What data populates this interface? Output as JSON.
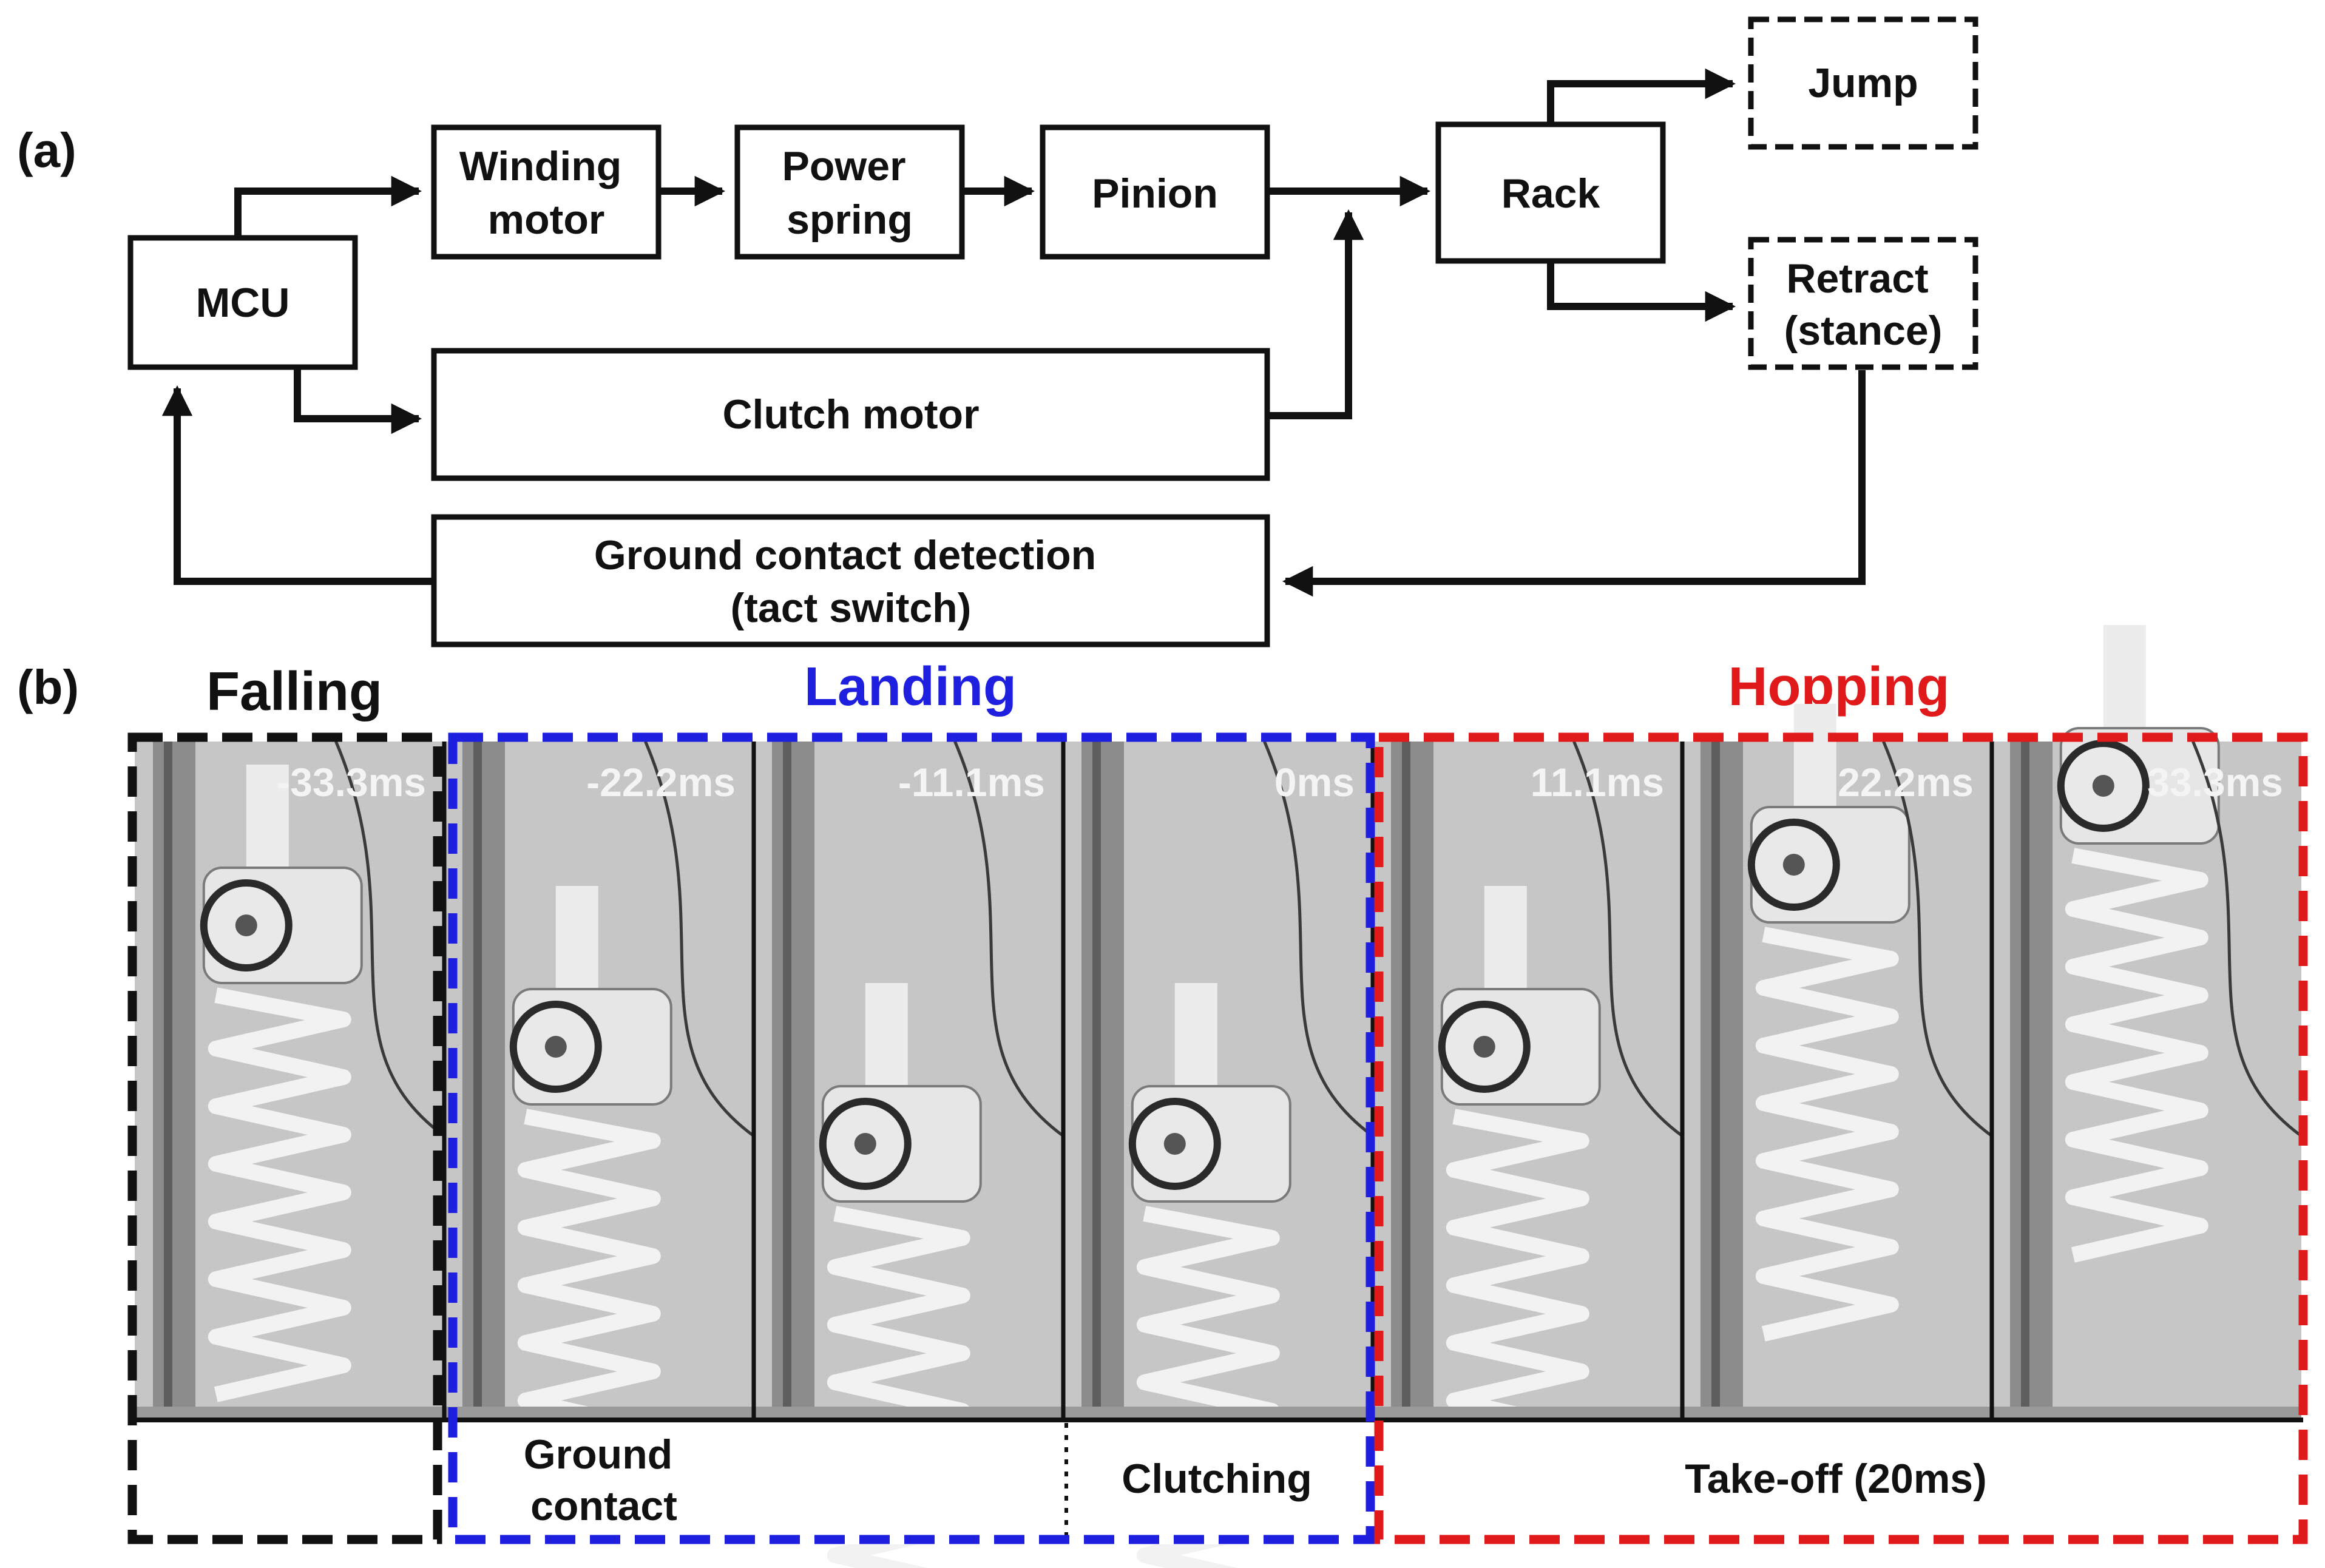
{
  "panel_a": {
    "label": "(a)",
    "boxes": {
      "mcu": [
        "MCU"
      ],
      "winding": [
        "Winding",
        "motor"
      ],
      "spring": [
        "Power",
        "spring"
      ],
      "pinion": [
        "Pinion"
      ],
      "rack": [
        "Rack"
      ],
      "jump": [
        "Jump"
      ],
      "retract": [
        "Retract",
        "(stance)"
      ],
      "clutch": [
        "Clutch motor"
      ],
      "ground": [
        "Ground contact detection",
        "(tact switch)"
      ]
    }
  },
  "panel_b": {
    "label": "(b)",
    "phases": {
      "falling": {
        "title": "Falling",
        "color": "#111111"
      },
      "landing": {
        "title": "Landing",
        "color": "#1f1fe0"
      },
      "hopping": {
        "title": "Hopping",
        "color": "#e01a1a"
      }
    },
    "frames": [
      "-33.3ms",
      "-22.2ms",
      "-11.1ms",
      "0ms",
      "11.1ms",
      "22.2ms",
      "33.3ms"
    ],
    "captions": {
      "ground_contact": [
        "Ground",
        "contact"
      ],
      "clutching": "Clutching",
      "takeoff": "Take-off (20ms)"
    }
  }
}
